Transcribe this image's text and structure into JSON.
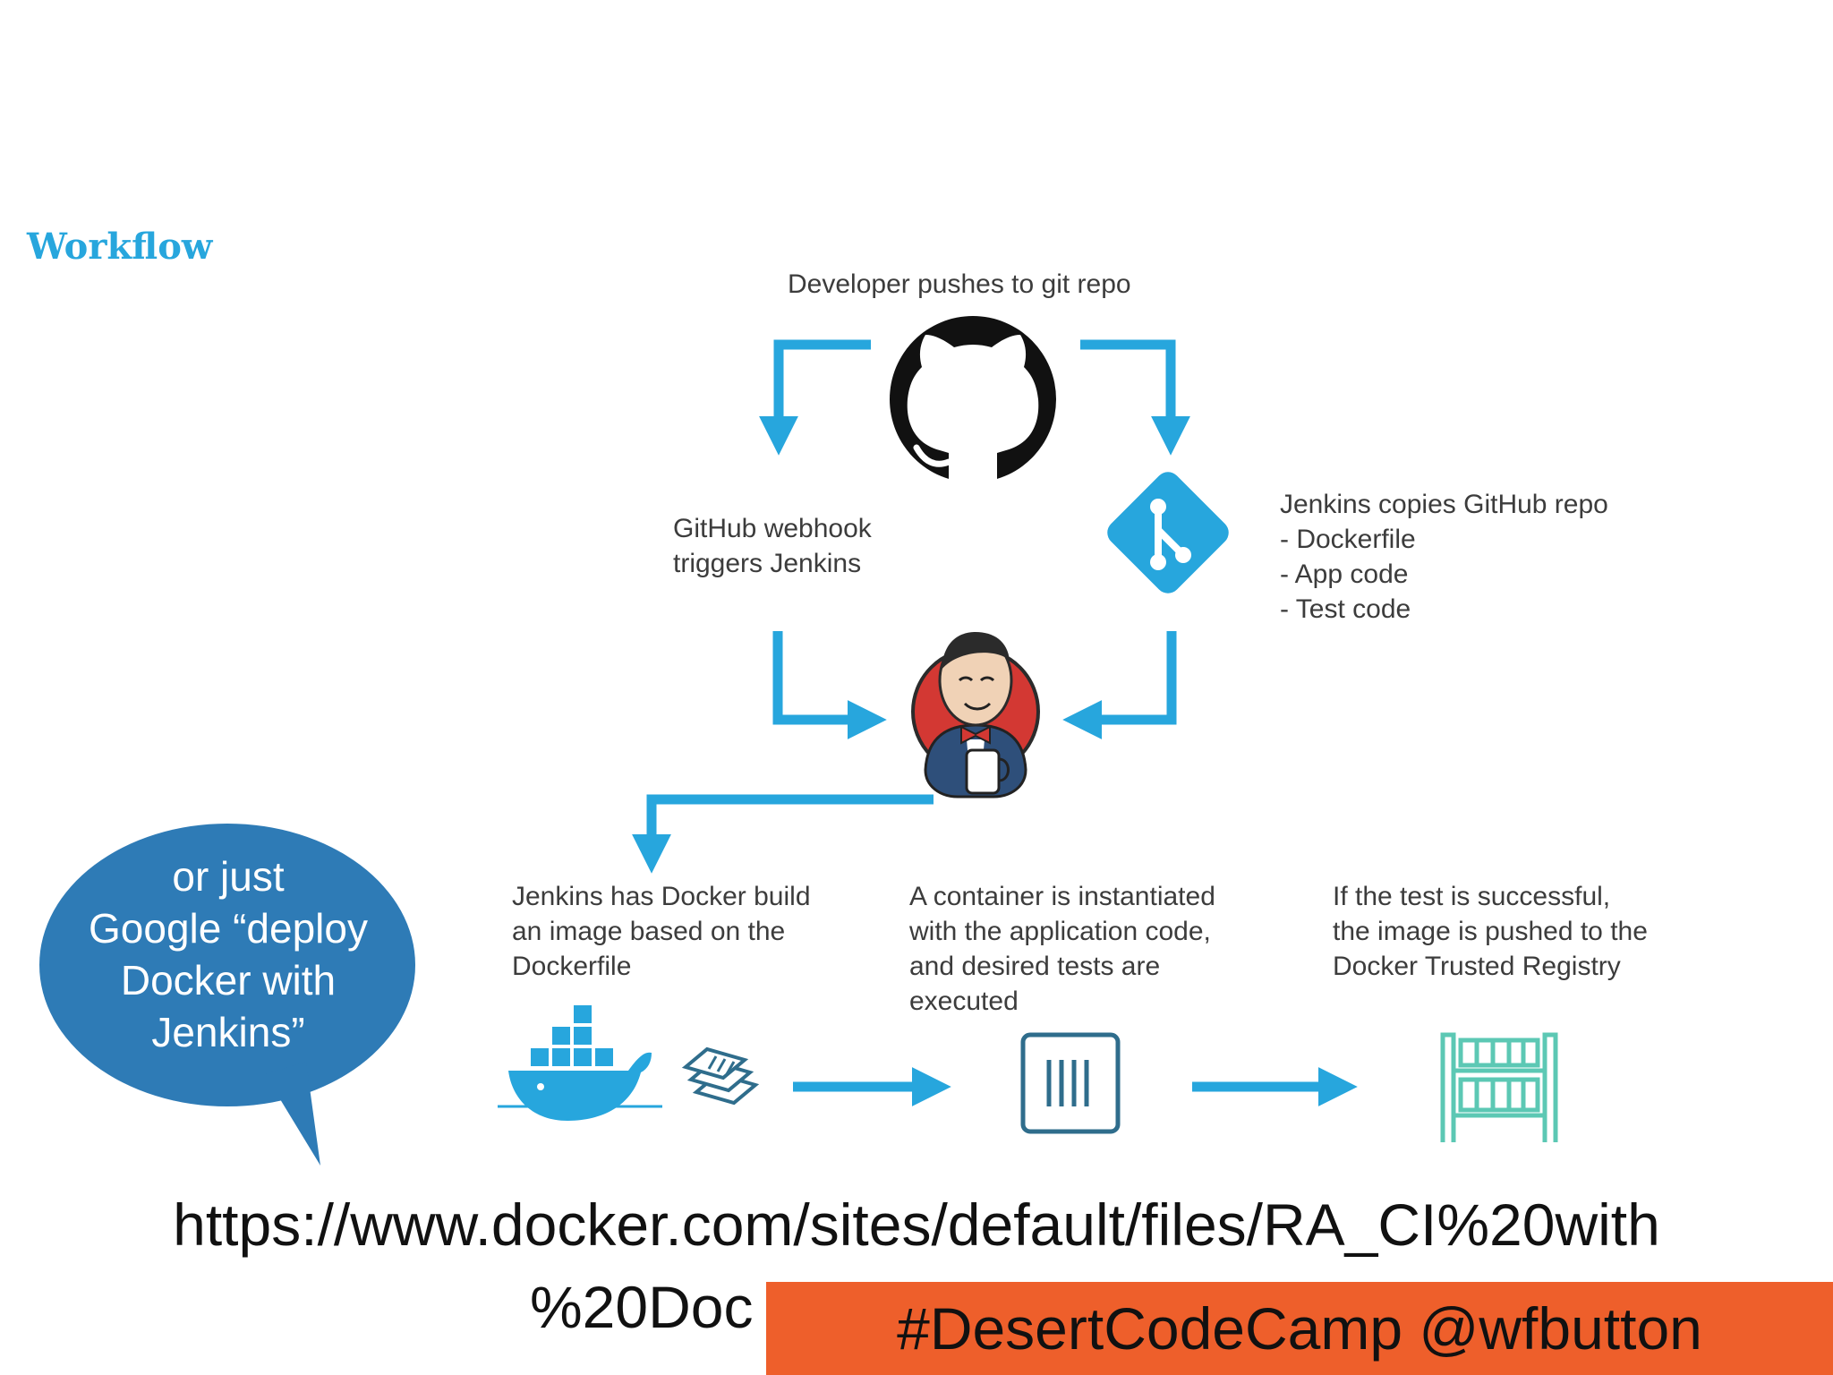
{
  "slide": {
    "title": "Workflow",
    "steps": {
      "developer_push": "Developer pushes to git repo",
      "webhook": "GitHub webhook\ntriggers Jenkins",
      "copies": "Jenkins copies GitHub repo\n- Dockerfile\n- App code\n- Test code",
      "build": "Jenkins has Docker build\nan image based on the\nDockerfile",
      "container": "A container is instantiated\nwith the application code,\nand desired tests are\nexecuted",
      "push_registry": "If the test is successful,\nthe image is pushed to the\nDocker Trusted Registry"
    },
    "bubble": "or just\nGoogle “deploy\nDocker with\nJenkins”",
    "url_line_1": "https://www.docker.com/sites/default/files/RA_CI%20with",
    "url_line_2": "%20Doc",
    "hashtag": "#DesertCodeCamp @wfbutton"
  },
  "icons": {
    "github": "github-octocat-icon",
    "git": "git-diamond-icon",
    "jenkins": "jenkins-butler-icon",
    "docker": "docker-whale-icon",
    "image": "image-layers-icon",
    "container": "container-icon",
    "registry": "registry-shelf-icon"
  },
  "colors": {
    "accent": "#27a6dd",
    "git": "#27a6dd",
    "registry": "#5cc8b4",
    "bubble": "#2e7bb6",
    "banner": "#ee5f2b",
    "container": "#2f6d8c"
  }
}
